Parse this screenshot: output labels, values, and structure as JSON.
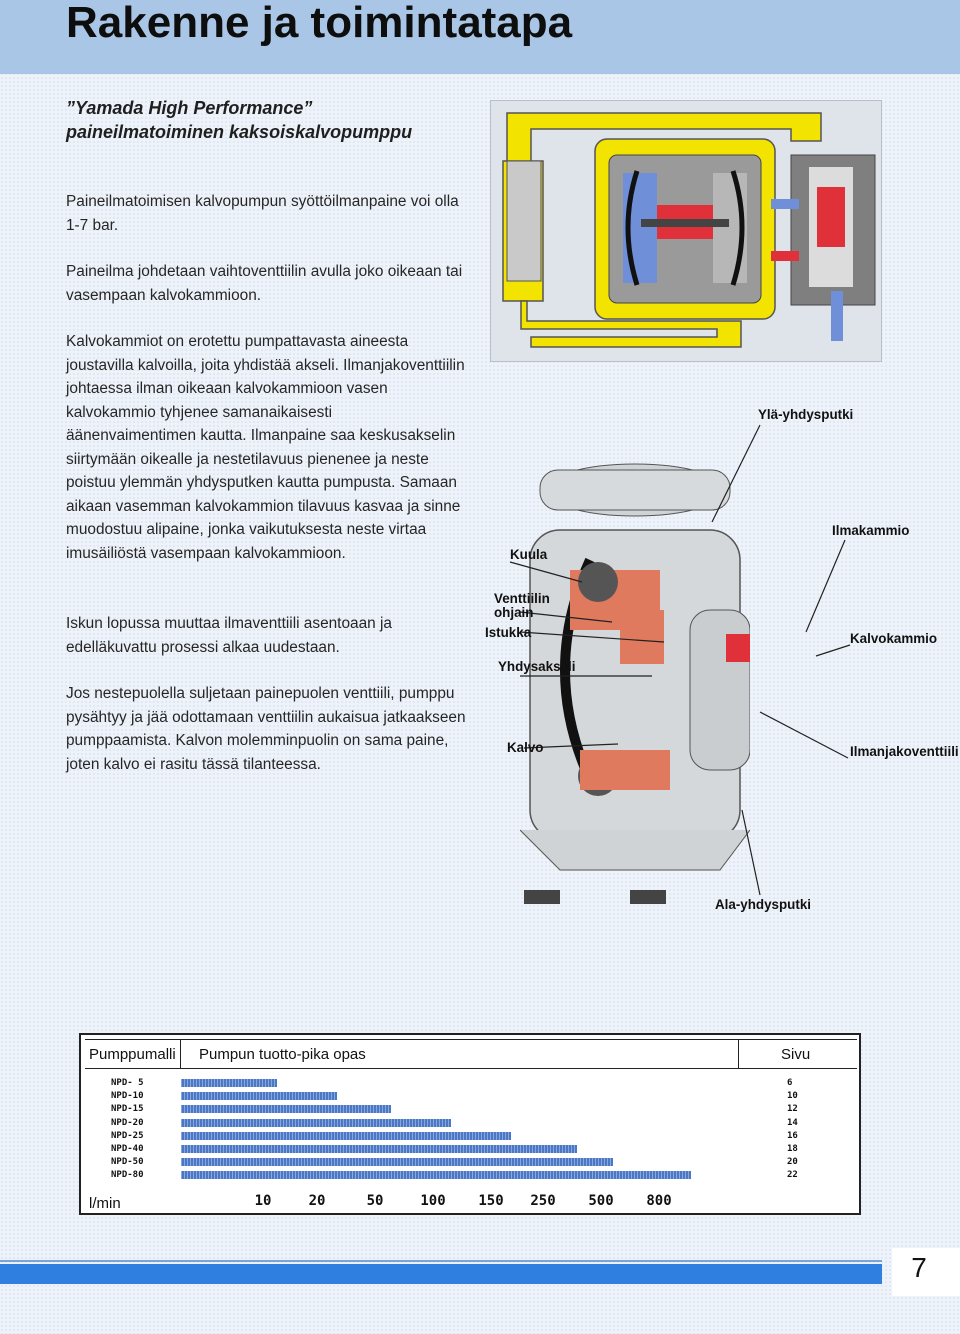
{
  "header": {
    "title": "Rakenne ja toimintatapa",
    "color": "#a9c6e6"
  },
  "intro": {
    "subtitle": "”Yamada High Performance” paineilmatoiminen kaksoiskalvopumppu",
    "paragraphs": [
      "Paineilmatoimisen kalvopumpun syöttöilmanpaine voi olla 1-7 bar.",
      "Paineilma johdetaan vaihtoventtiilin avulla joko oikeaan tai vasempaan kalvokammioon.",
      "Kalvokammiot on erotettu pumpattavasta aineesta joustavilla kalvoilla, joita yhdistää akseli. Ilmanjakoventtiilin johtaessa ilman oikeaan kalvokammioon vasen kalvokammio tyhjenee samanaikaisesti äänenvaimentimen kautta. Ilmanpaine saa keskusakselin siirtymään oikealle ja nestetilavuus pienenee ja neste poistuu ylemmän yhdysputken kautta pumpusta. Samaan aikaan vasemman kalvokammion tilavuus kasvaa ja sinne muodostuu alipaine, jonka vaikutuksesta neste virtaa imusäiliöstä vasempaan kalvokammioon.",
      "Iskun lopussa muuttaa ilmaventtiili asentoaan ja edelläkuvattu prosessi alkaa uudestaan.",
      "Jos nestepuolella suljetaan painepuolen venttiili, pumppu pysähtyy ja jää odottamaan venttiilin aukaisua jatkaakseen pumppaamista. Kalvon molemminpuolin on sama paine, joten kalvo ei rasitu tässä tilanteessa."
    ]
  },
  "diagram_labels": {
    "top_pipe": "Ylä-yhdysputki",
    "ball": "Kuula",
    "air_chamber": "Ilmakammio",
    "valve_guide": "Venttiilin ohjain",
    "seat": "Istukka",
    "diaphragm_chamber": "Kalvokammio",
    "shaft": "Yhdysakseli",
    "diaphragm": "Kalvo",
    "air_valve": "Ilmanjakoventtiili",
    "bottom_pipe": "Ala-yhdysputki"
  },
  "guide": {
    "col_model": "Pumppumalli",
    "col_guide": "Pumpun tuotto-pika opas",
    "col_page": "Sivu",
    "unit": "l/min",
    "ticks": [
      "10",
      "20",
      "50",
      "100",
      "150",
      "250",
      "500",
      "800"
    ],
    "models": [
      {
        "name": "NPD- 5",
        "flow_fraction": 0.16,
        "page": "6"
      },
      {
        "name": "NPD-10",
        "flow_fraction": 0.26,
        "page": "10"
      },
      {
        "name": "NPD-15",
        "flow_fraction": 0.35,
        "page": "12"
      },
      {
        "name": "NPD-20",
        "flow_fraction": 0.45,
        "page": "14"
      },
      {
        "name": "NPD-25",
        "flow_fraction": 0.55,
        "page": "16"
      },
      {
        "name": "NPD-40",
        "flow_fraction": 0.66,
        "page": "18"
      },
      {
        "name": "NPD-50",
        "flow_fraction": 0.72,
        "page": "20"
      },
      {
        "name": "NPD-80",
        "flow_fraction": 0.85,
        "page": "22"
      }
    ],
    "bar_color": "#4a78c6"
  },
  "footer": {
    "page_number": "7",
    "bar_color": "#2f7fe0"
  }
}
